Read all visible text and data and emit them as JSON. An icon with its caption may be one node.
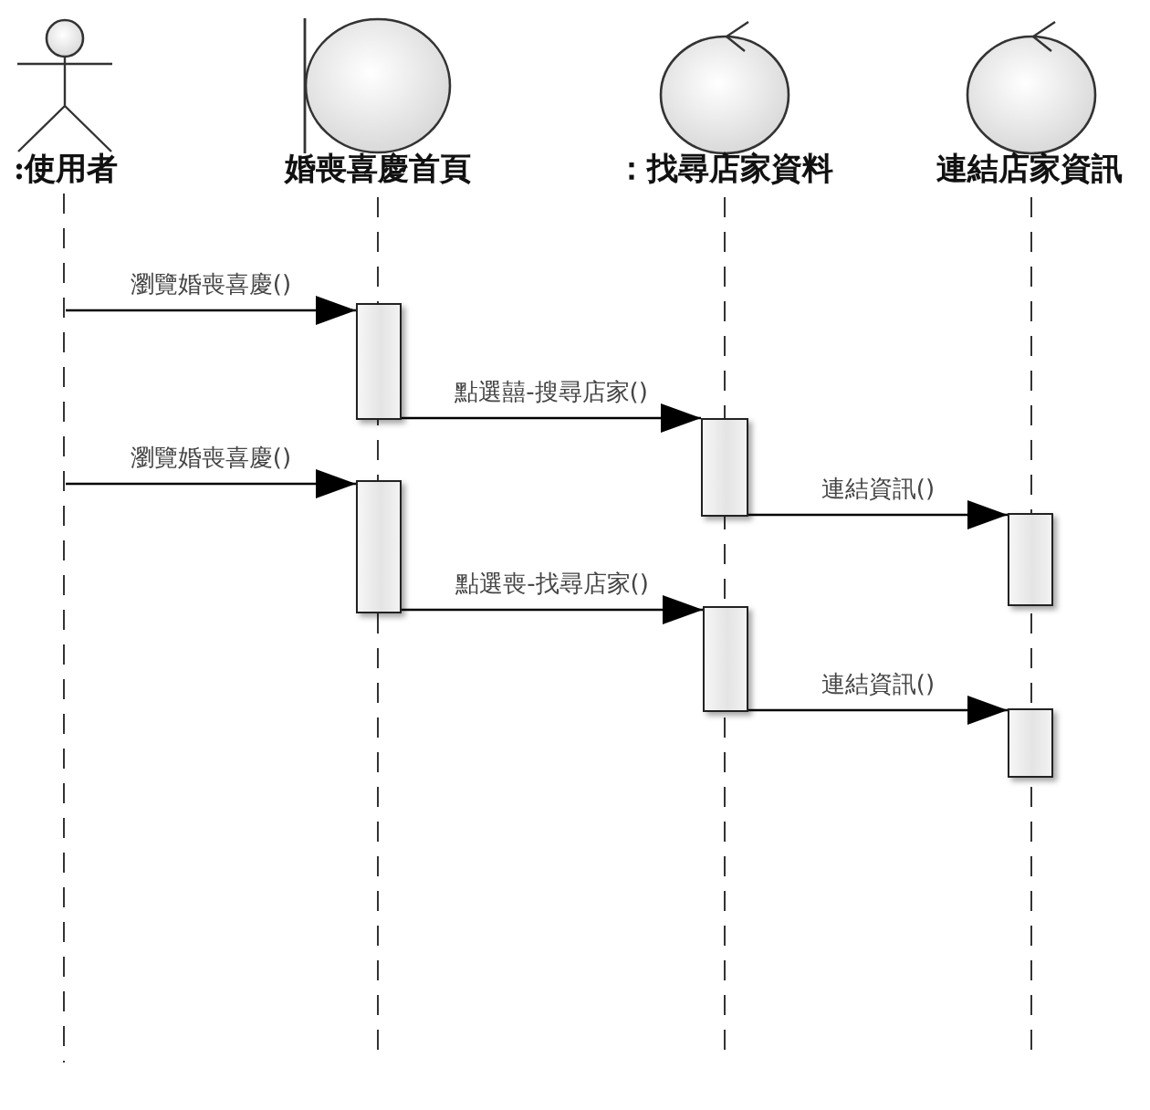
{
  "diagram": {
    "nodes": [
      {
        "text": [
          ":使用者"
        ]
      },
      {
        "text": [
          "婚喪喜慶首頁"
        ]
      },
      {
        "text": [
          "：找尋店家資料"
        ]
      },
      {
        "text": [
          "連結店家資訊"
        ]
      },
      {
        "text": [],
        "shape": "line"
      },
      {
        "text": [],
        "shape": "bar"
      },
      {
        "text": [],
        "shape": "bar"
      },
      {
        "text": [],
        "shape": "bar"
      },
      {
        "text": [],
        "shape": "bar"
      },
      {
        "text": [],
        "shape": "bar"
      },
      {
        "text": [],
        "shape": "bar"
      }
    ],
    "edges": [
      {
        "from": 4,
        "to": 5,
        "arrow": "to",
        "label": "瀏覽婚喪喜慶()"
      },
      {
        "from": 5,
        "to": 6,
        "arrow": "to",
        "label": "點選囍-搜尋店家()"
      },
      {
        "from": 4,
        "to": 7,
        "arrow": "to",
        "label": "瀏覽婚喪喜慶()"
      },
      {
        "from": 6,
        "to": 8,
        "arrow": "to",
        "label": "連結資訊()"
      },
      {
        "from": 7,
        "to": 9,
        "arrow": "to",
        "label": "點選喪-找尋店家()"
      },
      {
        "from": 9,
        "to": 10,
        "arrow": "to",
        "label": "連結資訊()"
      }
    ]
  }
}
